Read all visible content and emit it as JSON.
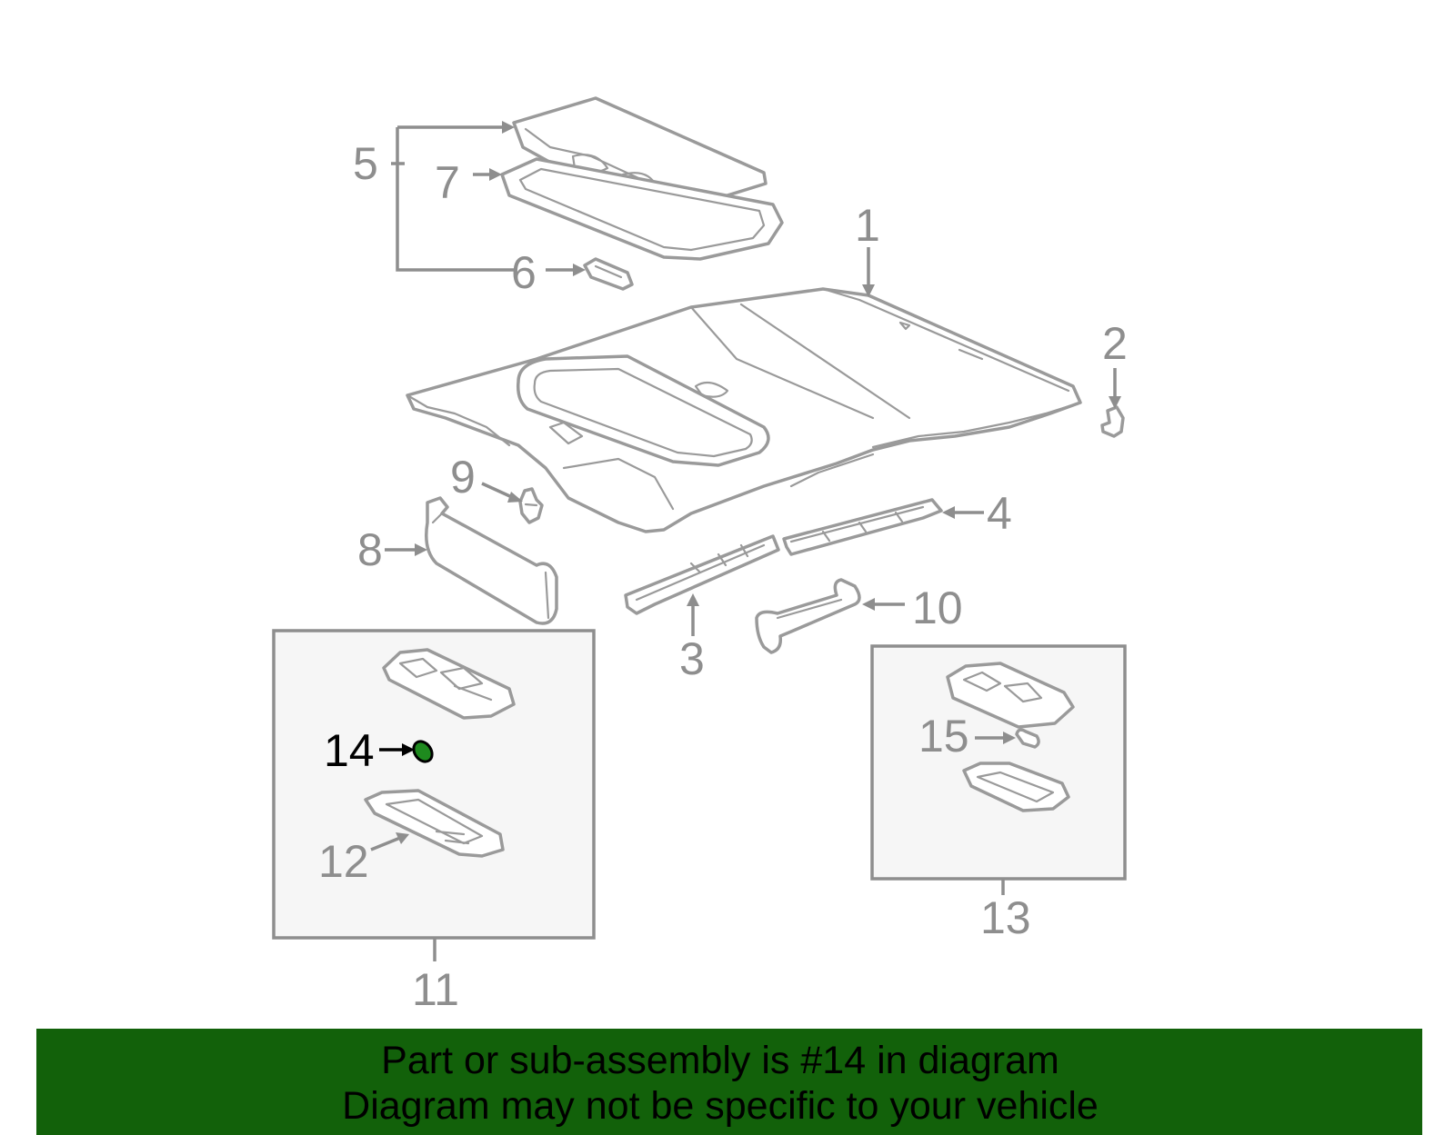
{
  "callouts": {
    "c1": "1",
    "c2": "2",
    "c3": "3",
    "c4": "4",
    "c5": "5",
    "c6": "6",
    "c7": "7",
    "c8": "8",
    "c9": "9",
    "c10": "10",
    "c11": "11",
    "c12": "12",
    "c13": "13",
    "c14": "14",
    "c15": "15"
  },
  "highlighted_part": "14",
  "colors": {
    "line_art": "#9a9a9a",
    "highlight_text": "#000000",
    "highlight_part": "#1e8a1e",
    "banner_bg": "#12610a",
    "box_fill": "#f6f6f6"
  },
  "banner": {
    "line1": "Part or sub-assembly is #14 in diagram",
    "line2": "Diagram may not be specific to your vehicle"
  }
}
